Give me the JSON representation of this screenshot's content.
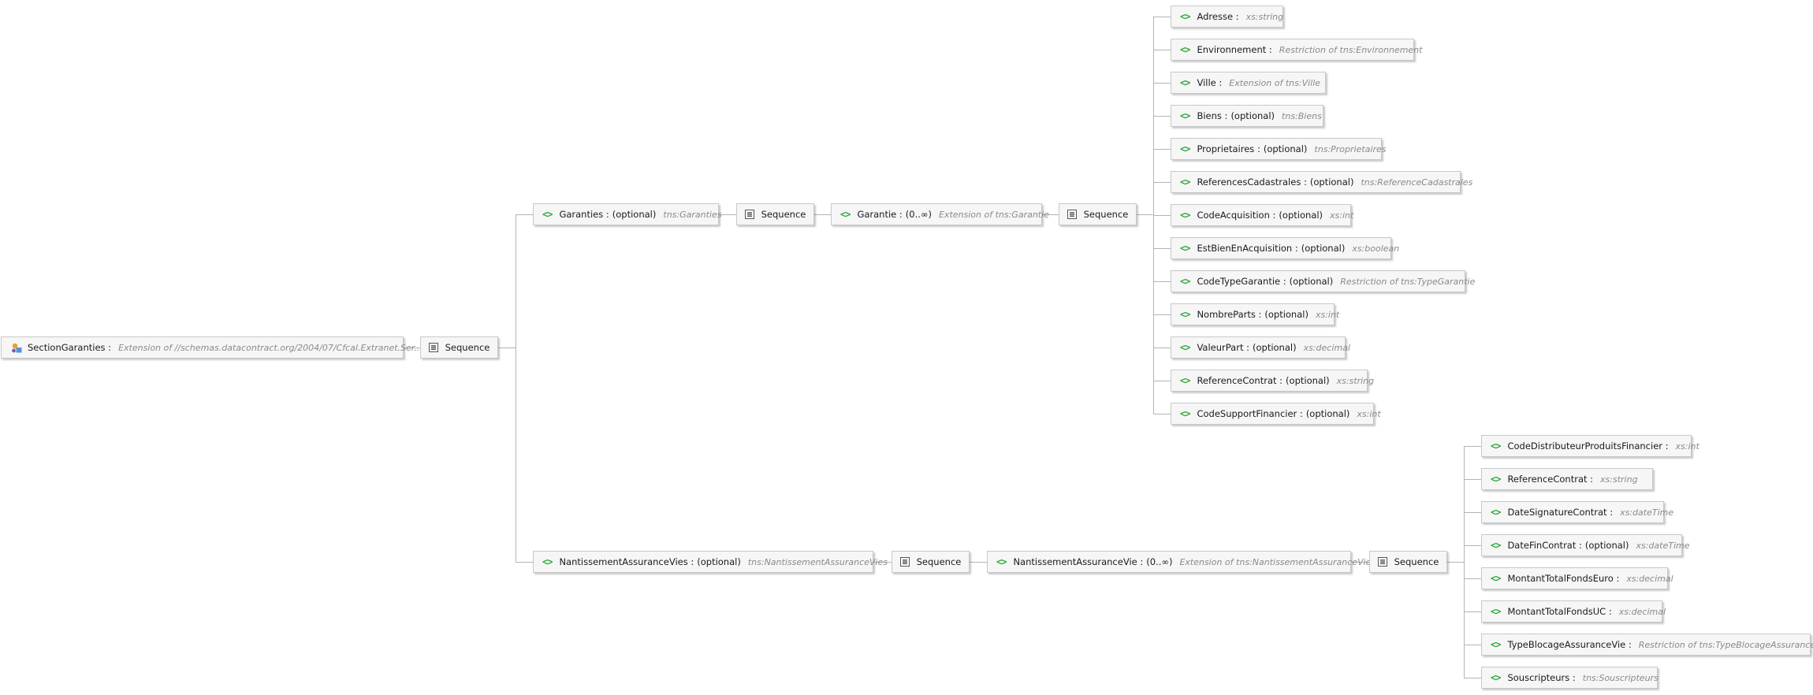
{
  "colors": {
    "element_icon": "#2fa83a",
    "type_text": "#8a8a8a",
    "node_background": "#f6f6f6",
    "node_border": "#c8c8c8",
    "connector": "#b4b4b4"
  },
  "icons": {
    "element": "<>",
    "sequence": "sequence-compositor-icon",
    "complex_type": "complex-type-icon"
  },
  "root": {
    "name": "SectionGaranties",
    "type": "Extension of  //schemas.datacontract.org/2004/07/Cfcal.Extranet.Ser..."
  },
  "sequence_label": "Sequence",
  "garanties": {
    "name": "Garanties",
    "occurrence": "(optional)",
    "type": "tns:Garanties",
    "child": {
      "name": "Garantie",
      "occurrence": "(0..∞)",
      "type": "Extension of tns:Garantie",
      "fields": [
        {
          "name": "Adresse",
          "occurrence": "",
          "type": "xs:string"
        },
        {
          "name": "Environnement",
          "occurrence": "",
          "type": "Restriction of tns:Environnement"
        },
        {
          "name": "Ville",
          "occurrence": "",
          "type": "Extension of tns:Ville"
        },
        {
          "name": "Biens",
          "occurrence": "(optional)",
          "type": "tns:Biens"
        },
        {
          "name": "Proprietaires",
          "occurrence": "(optional)",
          "type": "tns:Proprietaires"
        },
        {
          "name": "ReferencesCadastrales",
          "occurrence": "(optional)",
          "type": "tns:ReferenceCadastrales"
        },
        {
          "name": "CodeAcquisition",
          "occurrence": "(optional)",
          "type": "xs:int"
        },
        {
          "name": "EstBienEnAcquisition",
          "occurrence": "(optional)",
          "type": "xs:boolean"
        },
        {
          "name": "CodeTypeGarantie",
          "occurrence": "(optional)",
          "type": "Restriction of tns:TypeGarantie"
        },
        {
          "name": "NombreParts",
          "occurrence": "(optional)",
          "type": "xs:int"
        },
        {
          "name": "ValeurPart",
          "occurrence": "(optional)",
          "type": "xs:decimal"
        },
        {
          "name": "ReferenceContrat",
          "occurrence": "(optional)",
          "type": "xs:string"
        },
        {
          "name": "CodeSupportFinancier",
          "occurrence": "(optional)",
          "type": "xs:int"
        }
      ]
    }
  },
  "nantissements": {
    "name": "NantissementAssuranceVies",
    "occurrence": "(optional)",
    "type": "tns:NantissementAssuranceVies",
    "child": {
      "name": "NantissementAssuranceVie",
      "occurrence": "(0..∞)",
      "type": "Extension of tns:NantissementAssuranceVie",
      "fields": [
        {
          "name": "CodeDistributeurProduitsFinancier",
          "occurrence": "",
          "type": "xs:int"
        },
        {
          "name": "ReferenceContrat",
          "occurrence": "",
          "type": "xs:string"
        },
        {
          "name": "DateSignatureContrat",
          "occurrence": "",
          "type": "xs:dateTime"
        },
        {
          "name": "DateFinContrat",
          "occurrence": "(optional)",
          "type": "xs:dateTime"
        },
        {
          "name": "MontantTotalFondsEuro",
          "occurrence": "",
          "type": "xs:decimal"
        },
        {
          "name": "MontantTotalFondsUC",
          "occurrence": "",
          "type": "xs:decimal"
        },
        {
          "name": "TypeBlocageAssuranceVie",
          "occurrence": "",
          "type": "Restriction of tns:TypeBlocageAssuranceVie"
        },
        {
          "name": "Souscripteurs",
          "occurrence": "",
          "type": "tns:Souscripteurs"
        }
      ]
    }
  }
}
